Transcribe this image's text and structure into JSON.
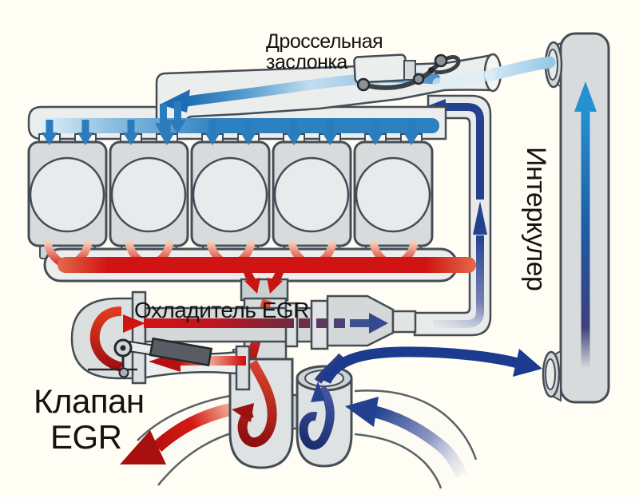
{
  "title": "Engine EGR airflow schematic",
  "background": "#fffdf4",
  "labels": {
    "throttle_line1": "Дроссельная",
    "throttle_line2": "заслонка",
    "intercooler": "Интеркулер",
    "egr_cooler": "Охладитель EGR",
    "egr_valve_line1": "Клапан",
    "egr_valve_line2": "EGR"
  },
  "diagram": {
    "type": "engine-egr-airflow-schematic",
    "cylinder_count": 5,
    "components": [
      "engine-block",
      "intake-manifold",
      "throttle-valve",
      "intercooler",
      "egr-cooler",
      "egr-valve",
      "exhaust-manifold",
      "turbocharger-turbine",
      "turbocharger-compressor",
      "egr-return-pipe"
    ],
    "flows": {
      "intake_air": {
        "color": "#2e81c0",
        "description": "cool intake air (light/bright blue arrows)"
      },
      "charge_and_cooled_egr": {
        "color": "#1c3b8e",
        "description": "compressed air and cooled EGR gas (dark navy arrows)"
      },
      "exhaust_gas": {
        "color": "#d01414",
        "description": "hot exhaust gas (red arrows)"
      }
    }
  },
  "colors": {
    "outline": "#444d55",
    "metal": "#d7dbdc",
    "metal_light": "#eceeed",
    "intake_blue": "#2e81c0",
    "intake_light": "#a9cfe8",
    "navy": "#1c3b8e",
    "red": "#d01414",
    "dark_red": "#8e1212",
    "label_text": "#131313",
    "background": "#fffdf4"
  }
}
